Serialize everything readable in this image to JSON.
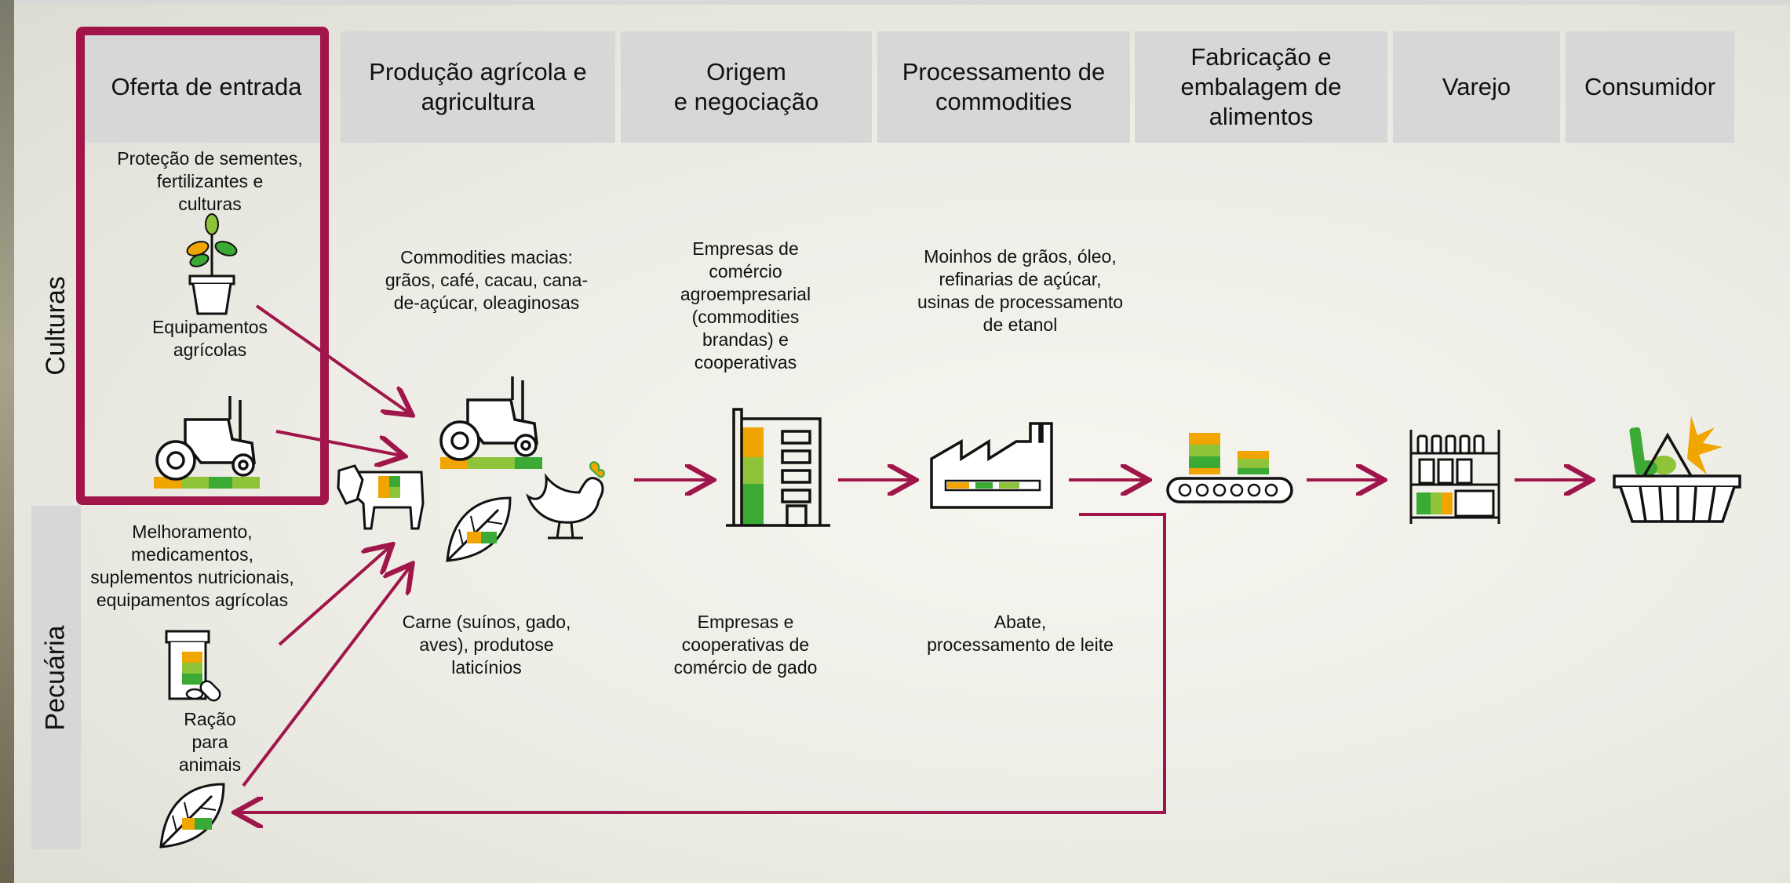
{
  "headers": {
    "h1": "Oferta de entrada",
    "h2": "Produção agrícola e\nagricultura",
    "h3": "Origem\ne negociação",
    "h4": "Processamento de\ncommodities",
    "h5": "Fabricação e\nembalagem de\nalimentos",
    "h6": "Varejo",
    "h7": "Consumidor"
  },
  "rows": {
    "crops": "Culturas",
    "livestock": "Pecuária"
  },
  "labels": {
    "seeds": "Proteção de sementes,\nfertilizantes e\nculturas",
    "equipment": "Equipamentos\nagrícolas",
    "soft_commodities": "Commodities macias:\ngrãos, café, cacau, cana-\nde-açúcar, oleaginosas",
    "agribusiness": "Empresas de\ncomércio\nagroempresarial\n(commodities\nbrandas) e\ncooperativas",
    "mills": "Moinhos de grãos, óleo,\nrefinarias de açúcar,\nusinas de processamento\nde etanol",
    "breeding": "Melhoramento,\nmedicamentos,\nsuplementos nutricionais,\nequipamentos agrícolas",
    "feed": "Ração\npara\nanimais",
    "meat": "Carne (suínos, gado,\naves), produtose\nlaticínios",
    "livestock_trade": "Empresas e\ncooperativas de\ncomércio de gado",
    "slaughter": "Abate,\nprocessamento de leite"
  },
  "icons": [
    "plant-pot-icon",
    "tractor-icon",
    "cow-icon",
    "leaf-icon",
    "rooster-icon",
    "building-icon",
    "factory-icon",
    "conveyor-icon",
    "shelf-icon",
    "basket-icon",
    "medicine-icon"
  ],
  "colors": {
    "accent": "#a0154a",
    "orange": "#f0a500",
    "green": "#3aaa35",
    "lime": "#8fc33a",
    "header_bg": "#d7d7d7"
  }
}
